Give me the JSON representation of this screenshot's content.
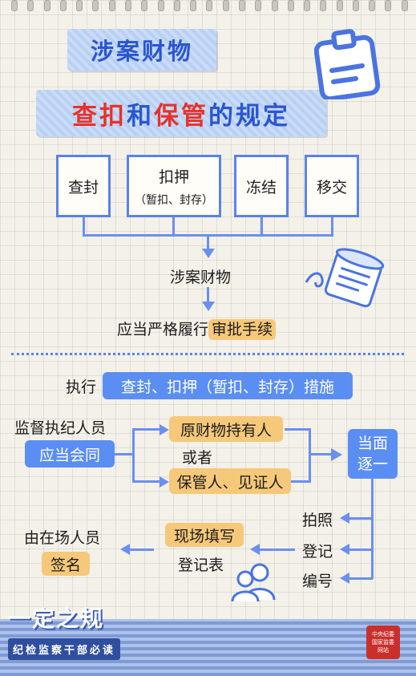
{
  "title": {
    "line1": "涉案财物",
    "line2_parts": [
      "查扣",
      "和",
      "保管",
      "的规定"
    ]
  },
  "top_boxes": [
    {
      "label": "查封",
      "sub": ""
    },
    {
      "label": "扣押",
      "sub": "（暂扣、封存）"
    },
    {
      "label": "冻结",
      "sub": ""
    },
    {
      "label": "移交",
      "sub": ""
    }
  ],
  "flow1": {
    "middle": "涉案财物",
    "bottom_prefix": "应当严格履行",
    "bottom_highlight": "审批手续"
  },
  "section2": {
    "exec_prefix": "执行",
    "exec_highlight": "查封、扣押（暂扣、封存）措施",
    "supervisor": "监督执纪人员",
    "must_together": "应当会同",
    "option1": "原财物持有人",
    "or": "或者",
    "option2": "保管人、见证人",
    "face_to_face": [
      "当面",
      "逐一"
    ],
    "steps": [
      "拍照",
      "登记",
      "编号"
    ],
    "fill_form_highlight": "现场填写",
    "fill_form_text": "登记表",
    "sign_prefix": "由在场人员",
    "sign_highlight": "签名"
  },
  "footer": {
    "brand_big": "一定之规",
    "brand_small": "纪检监察干部必读",
    "seal_lines": [
      "中央纪委",
      "国家监委",
      "网站"
    ]
  },
  "colors": {
    "accent_blue": "#5b83e6",
    "highlight_orange": "#f6c87a",
    "title_red": "#e6322b",
    "title_blue": "#2a56d1"
  }
}
